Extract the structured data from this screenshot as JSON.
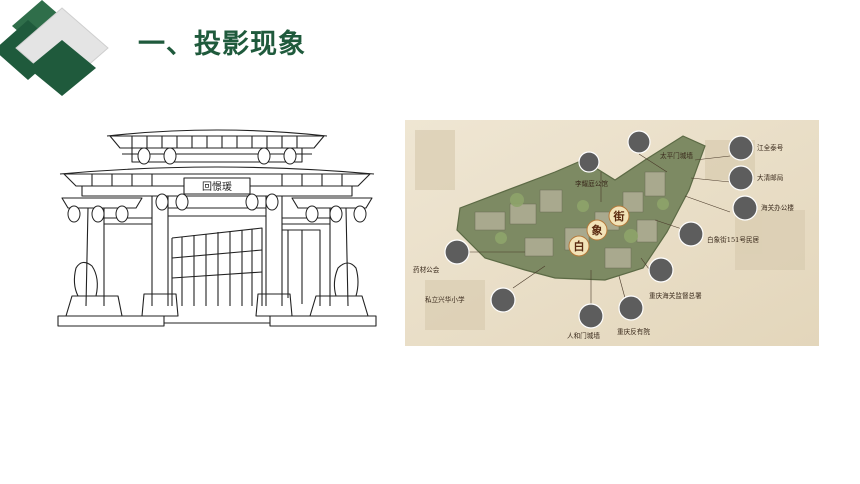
{
  "slide": {
    "title": "一、投影现象"
  },
  "gate_drawing": {
    "plaque_text": "回憬瑗"
  },
  "district_map": {
    "street_chars": [
      "白",
      "象",
      "街"
    ],
    "labels": {
      "taiping_gate": "太平门城墙",
      "li_yaoting": "李耀庭公馆",
      "jiangquan_tai": "江全泰号",
      "daqing_post": "大清邮局",
      "customs_office": "海关办公楼",
      "baixiang_151": "白象街151号民居",
      "medicine_guild": "药材公会",
      "customs_supervisor": "重庆海关监督总署",
      "huaxing_school": "私立兴华小学",
      "renhe_gate": "人和门城墙",
      "chongqing_court": "重庆反有院"
    }
  },
  "colors": {
    "title": "#1f5a3c",
    "logo_dark": "#1f5a3c",
    "logo_mid": "#4f8a62",
    "logo_light": "#d9d9d9"
  }
}
